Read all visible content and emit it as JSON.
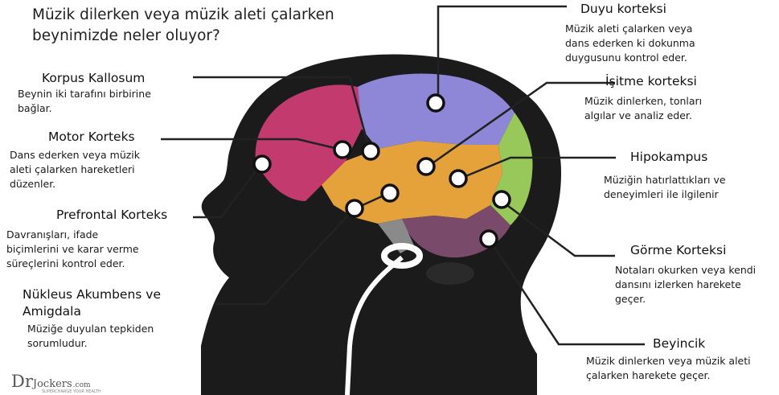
{
  "title": "Müzik dilerken veya müzik aleti çalarken beynimizde neler oluyor?",
  "labels": {
    "korpus": {
      "heading": "Korpus Kallosum",
      "desc": [
        "Beynin iki tarafını birbirine",
        "bağlar."
      ]
    },
    "motor": {
      "heading": "Motor Korteks",
      "desc": [
        "Dans ederken veya müzik",
        "aleti çalarken hareketleri",
        "düzenler."
      ]
    },
    "prefrontal": {
      "heading": "Prefrontal Korteks",
      "desc": [
        "Davranışları, ifade",
        "biçimlerini ve karar verme",
        "süreçlerini kontrol eder."
      ]
    },
    "nukleus": {
      "heading": "Nükleus Akumbens ve Amigdala",
      "heading_lines": [
        "Nükleus Akumbens ve",
        "Amigdala"
      ],
      "desc": [
        "Müziğe duyulan tepkiden",
        "sorumludur."
      ]
    },
    "duyu": {
      "heading": "Duyu korteksi",
      "desc": [
        "Müzik aleti çalarken veya",
        "dans ederken ki dokunma",
        "duygusunu kontrol eder."
      ]
    },
    "isitme": {
      "heading": "İşitme korteksi",
      "desc": [
        "Müzik dinlerken, tonları",
        "algılar ve analiz eder."
      ]
    },
    "hipokampus": {
      "heading": "Hipokampus",
      "desc": [
        "Müziğin hatırlattıkları ve",
        "deneyimleri ile ilgilenir"
      ]
    },
    "gorme": {
      "heading": "Görme Korteksi",
      "desc": [
        "Notaları okurken veya kendi",
        "dansını izlerken harekete",
        "geçer."
      ]
    },
    "beyincik": {
      "heading": "Beyincik",
      "desc": [
        "Müzik dinlerken veya müzik aleti",
        "çalarken harekete geçer."
      ]
    }
  },
  "logo": {
    "text_big": "Dr",
    "text_rest": "Jockers",
    "suffix": ".com",
    "tagline": "SUPERCHARGE YOUR HEALTH"
  },
  "colors": {
    "head": "#1b1b1b",
    "frontal": "#c23a6e",
    "parietal": "#8e86d6",
    "temporal": "#e6a23a",
    "occipital": "#98c85a",
    "cerebellum": "#7a4a6a",
    "markers": "#ffffff"
  }
}
